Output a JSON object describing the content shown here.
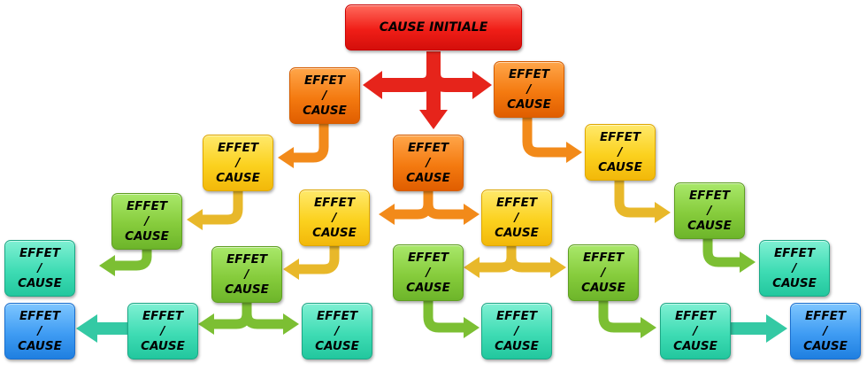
{
  "diagram": {
    "root_label": "CAUSE INITIALE",
    "node_line1": "EFFET",
    "node_line2": "/",
    "node_line3": "CAUSE"
  },
  "colors": {
    "red": "#f01e17",
    "orange": "#f47a10",
    "yellow": "#fbd11e",
    "light_green": "#86cc3c",
    "teal": "#3fdcb4",
    "blue": "#3f9cf3",
    "arrow_red": "#e6241b",
    "arrow_orange": "#f28a1a",
    "arrow_yellow": "#e8b82a",
    "arrow_green": "#7cbf33",
    "arrow_teal": "#34c9a4"
  }
}
